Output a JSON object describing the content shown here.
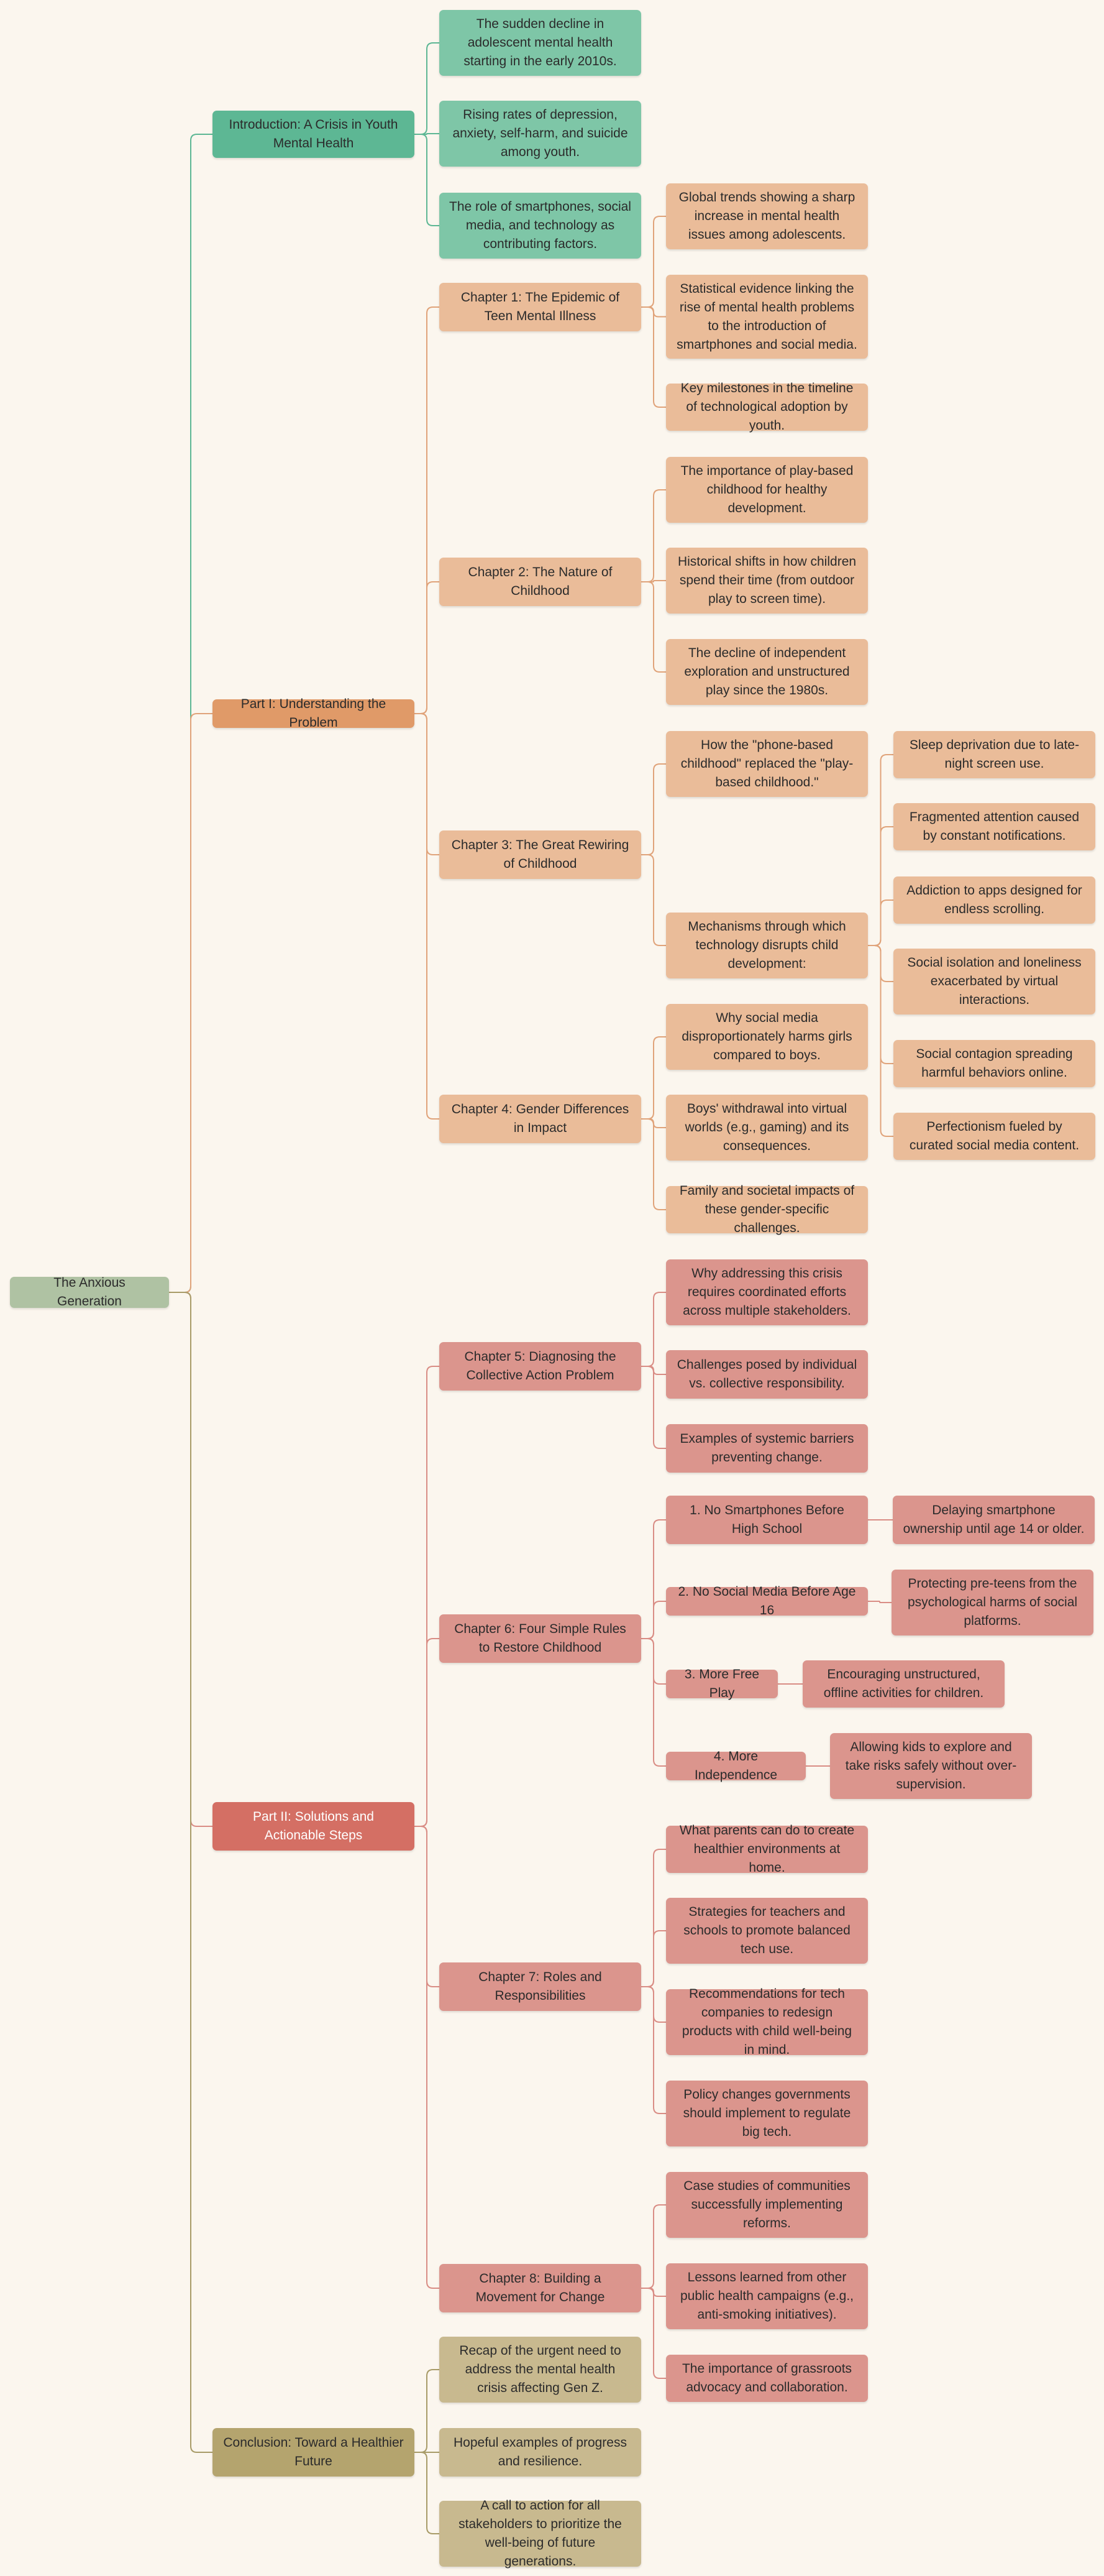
{
  "root": {
    "label": "The Anxious Generation",
    "color": "#AFC2A3",
    "children": [
      {
        "label": "Introduction: A Crisis in Youth Mental Health",
        "color": "#5DB794",
        "leaf_color": "#7EC6A7",
        "edge_color": "#5DB794",
        "children": [
          {
            "label": "The sudden decline in adolescent mental health starting in the early 2010s."
          },
          {
            "label": "Rising rates of depression, anxiety, self-harm, and suicide among youth."
          },
          {
            "label": "The role of smartphones, social media, and technology as contributing factors."
          }
        ]
      },
      {
        "label": "Part I: Understanding the Problem",
        "color": "#E09A68",
        "leaf_color": "#EABC99",
        "edge_color": "#E0A37A",
        "children": [
          {
            "label": "Chapter 1: The Epidemic of Teen Mental Illness",
            "children": [
              {
                "label": "Global trends showing a sharp increase in mental health issues among adolescents."
              },
              {
                "label": "Statistical evidence linking the rise of mental health problems to the introduction of smartphones and social media."
              },
              {
                "label": "Key milestones in the timeline of technological adoption by youth."
              }
            ]
          },
          {
            "label": "Chapter 2: The Nature of Childhood",
            "children": [
              {
                "label": "The importance of play-based childhood for healthy development."
              },
              {
                "label": "Historical shifts in how children spend their time (from outdoor play to screen time)."
              },
              {
                "label": "The decline of independent exploration and unstructured play since the 1980s."
              }
            ]
          },
          {
            "label": "Chapter 3: The Great Rewiring of Childhood",
            "children": [
              {
                "label": "How the \"phone-based childhood\" replaced the \"play-based childhood.\""
              },
              {
                "label": "Mechanisms through which technology disrupts child development:",
                "children": [
                  {
                    "label": "Sleep deprivation due to late-night screen use."
                  },
                  {
                    "label": "Fragmented attention caused by constant notifications."
                  },
                  {
                    "label": "Addiction to apps designed for endless scrolling."
                  },
                  {
                    "label": "Social isolation and loneliness exacerbated by virtual interactions."
                  },
                  {
                    "label": "Social contagion spreading harmful behaviors online."
                  },
                  {
                    "label": "Perfectionism fueled by curated social media content."
                  }
                ]
              }
            ]
          },
          {
            "label": "Chapter 4: Gender Differences in Impact",
            "children": [
              {
                "label": "Why social media disproportionately harms girls compared to boys."
              },
              {
                "label": "Boys' withdrawal into virtual worlds (e.g., gaming) and its consequences."
              },
              {
                "label": "Family and societal impacts of these gender-specific challenges."
              }
            ]
          }
        ]
      },
      {
        "label": "Part II: Solutions and Actionable Steps",
        "color": "#D46F64",
        "leaf_color": "#DB958D",
        "edge_color": "#D98D85",
        "text_color": "#FFFFFF",
        "children": [
          {
            "label": "Chapter 5: Diagnosing the Collective Action Problem",
            "children": [
              {
                "label": "Why addressing this crisis requires coordinated efforts across multiple stakeholders."
              },
              {
                "label": "Challenges posed by individual vs. collective responsibility."
              },
              {
                "label": "Examples of systemic barriers preventing change."
              }
            ]
          },
          {
            "label": "Chapter 6: Four Simple Rules to Restore Childhood",
            "children": [
              {
                "label": "1. No Smartphones Before High School",
                "children": [
                  {
                    "label": "Delaying smartphone ownership until age 14 or older."
                  }
                ]
              },
              {
                "label": "2. No Social Media Before Age 16",
                "children": [
                  {
                    "label": "Protecting pre-teens from the psychological harms of social platforms."
                  }
                ]
              },
              {
                "label": "3. More Free Play",
                "children": [
                  {
                    "label": "Encouraging unstructured, offline activities for children."
                  }
                ]
              },
              {
                "label": "4. More Independence",
                "children": [
                  {
                    "label": "Allowing kids to explore and take risks safely without over-supervision."
                  }
                ]
              }
            ]
          },
          {
            "label": "Chapter 7: Roles and Responsibilities",
            "children": [
              {
                "label": "What parents can do to create healthier environments at home."
              },
              {
                "label": "Strategies for teachers and schools to promote balanced tech use."
              },
              {
                "label": "Recommendations for tech companies to redesign products with child well-being in mind."
              },
              {
                "label": "Policy changes governments should implement to regulate big tech."
              }
            ]
          },
          {
            "label": "Chapter 8: Building a Movement for Change",
            "children": [
              {
                "label": "Case studies of communities successfully implementing reforms."
              },
              {
                "label": "Lessons learned from other public health campaigns (e.g., anti-smoking initiatives)."
              },
              {
                "label": "The importance of grassroots advocacy and collaboration."
              }
            ]
          }
        ]
      },
      {
        "label": "Conclusion: Toward a Healthier Future",
        "color": "#B4A46E",
        "leaf_color": "#C8B98F",
        "edge_color": "#A89B68",
        "children": [
          {
            "label": "Recap of the urgent need to address the mental health crisis affecting Gen Z."
          },
          {
            "label": "Hopeful examples of progress and resilience."
          },
          {
            "label": "A call to action for all stakeholders to prioritize the well-being of future generations."
          }
        ]
      }
    ]
  }
}
